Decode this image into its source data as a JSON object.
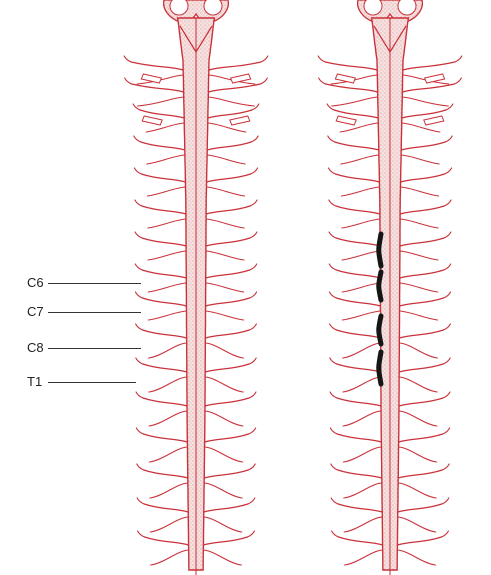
{
  "labels": {
    "c6": "C6",
    "c7": "C7",
    "c8": "C8",
    "t1": "T1"
  },
  "colors": {
    "nerve": "#c9323a",
    "cord_fill": "#f2dedd",
    "lesion": "#151515",
    "label_text": "#222222",
    "leader_line": "#333333"
  }
}
